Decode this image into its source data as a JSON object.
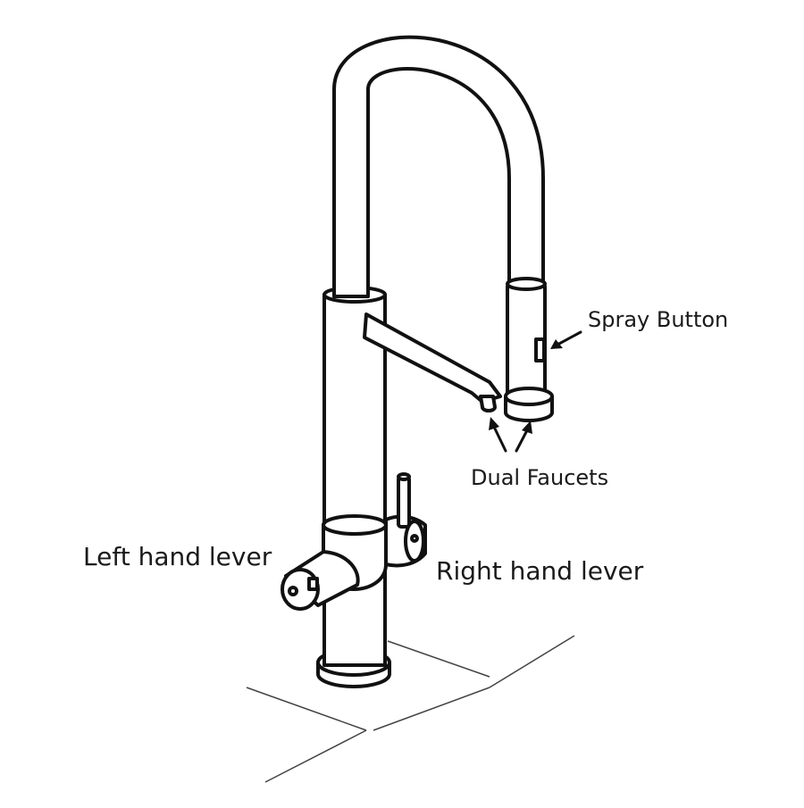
{
  "labels": {
    "spray_button": "Spray Button",
    "dual_faucets": "Dual Faucets",
    "left_hand_lever": "Left hand lever",
    "right_hand_lever": "Right hand lever"
  },
  "colors": {
    "line": "#111111",
    "fill": "#ffffff",
    "floor_lines": "#444444"
  }
}
